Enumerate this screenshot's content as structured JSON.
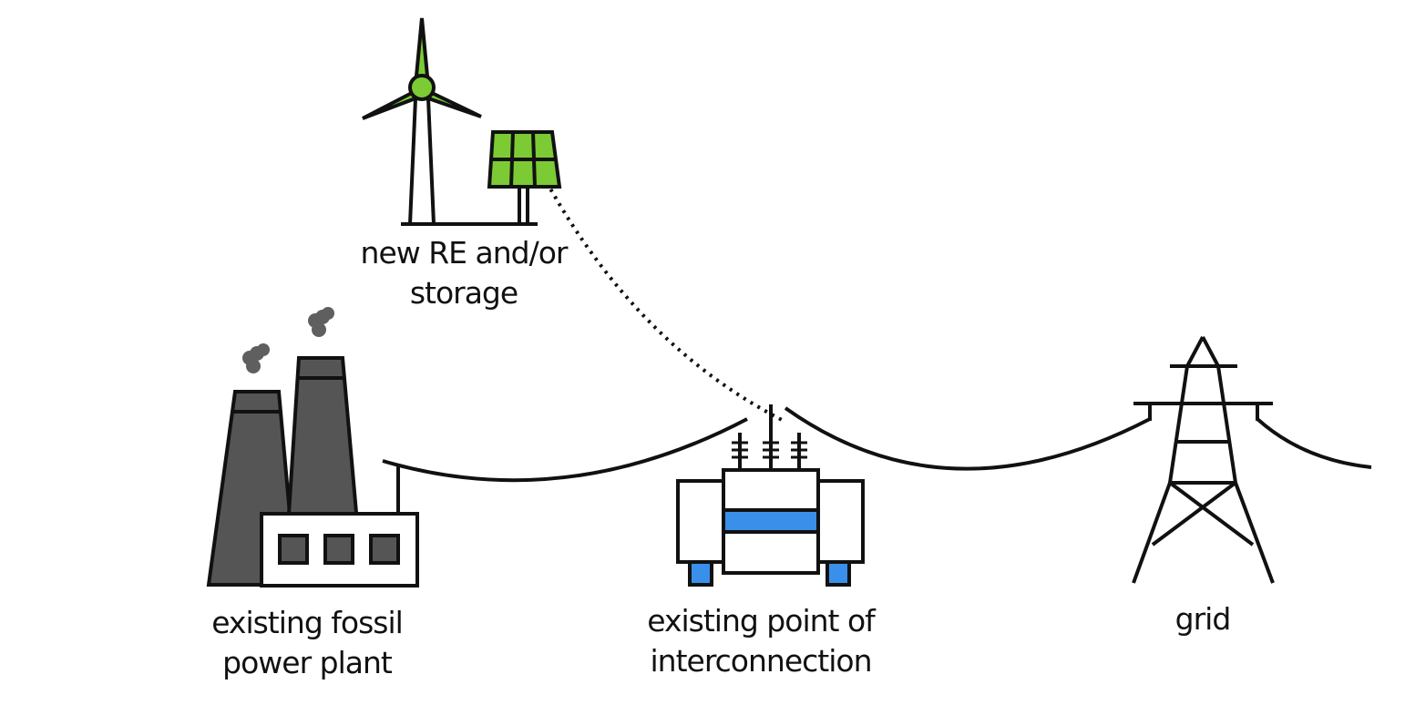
{
  "colors": {
    "line": "#111111",
    "chimney": "#555555",
    "smoke": "#5f5f5f",
    "solar_green": "#7ccb34",
    "turbine_green": "#7ccb34",
    "transformer_blue": "#3a8fea",
    "background": "#ffffff"
  },
  "nodes": {
    "renewables": {
      "line1": "new RE and/or",
      "line2": "storage",
      "icons": [
        "wind-turbine-icon",
        "solar-panel-icon"
      ]
    },
    "fossil_plant": {
      "line1": "existing fossil",
      "line2": "power plant",
      "icon": "factory-icon"
    },
    "interconnection": {
      "line1": "existing point of",
      "line2": "interconnection",
      "icon": "transformer-icon"
    },
    "grid": {
      "line1": "grid",
      "icon": "transmission-tower-icon"
    }
  },
  "connections": [
    {
      "from": "fossil_plant",
      "to": "interconnection",
      "style": "solid"
    },
    {
      "from": "renewables",
      "to": "interconnection",
      "style": "dotted"
    },
    {
      "from": "interconnection",
      "to": "grid",
      "style": "solid"
    }
  ]
}
